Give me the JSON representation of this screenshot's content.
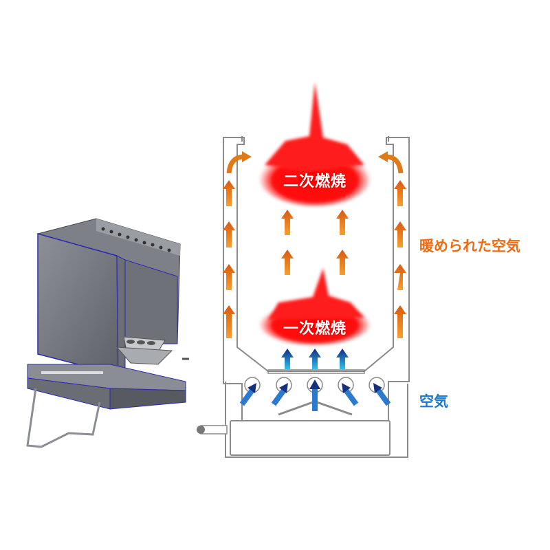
{
  "labels": {
    "secondary_combustion": "二次燃焼",
    "primary_combustion": "一次燃焼",
    "warmed_air": "暖められた空気",
    "air": "空気"
  },
  "colors": {
    "flame": "#ff1a1a",
    "warm_arrow": "#e8801a",
    "air_arrow": "#1a4fa8",
    "warm_label": "#ee6a10",
    "air_label": "#1a78d0",
    "outline": "#888888"
  }
}
